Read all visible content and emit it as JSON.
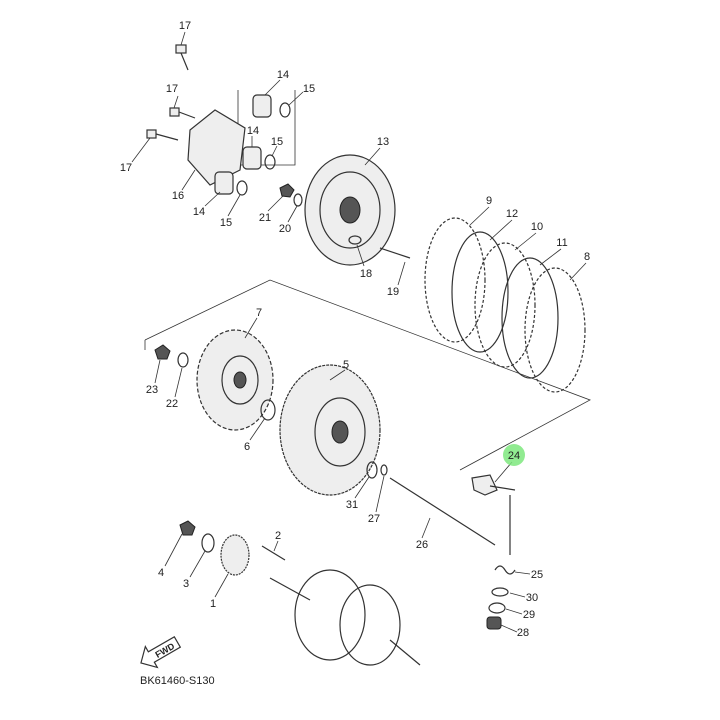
{
  "diagram_code": "BK61460-S130",
  "fwd_label": "FWD",
  "highlight_color": "#7ee87e",
  "highlighted_part": "24",
  "callouts": [
    "17",
    "17",
    "17",
    "14",
    "15",
    "14",
    "15",
    "14",
    "15",
    "16",
    "21",
    "20",
    "13",
    "18",
    "19",
    "9",
    "12",
    "10",
    "11",
    "8",
    "7",
    "5",
    "23",
    "22",
    "6",
    "31",
    "27",
    "26",
    "24",
    "25",
    "30",
    "29",
    "28",
    "4",
    "3",
    "2",
    "1"
  ]
}
